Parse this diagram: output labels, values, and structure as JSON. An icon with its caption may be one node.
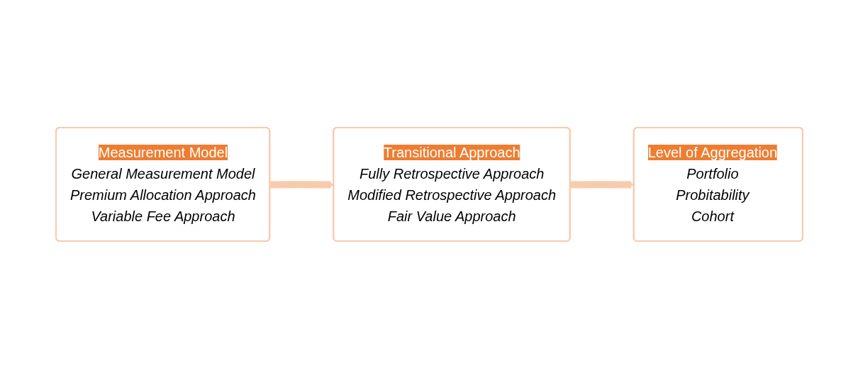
{
  "diagram": {
    "nodes": [
      {
        "text": [
          "Measurement Model",
          "General Measurement Model",
          "Premium Allocation Approach",
          "Variable Fee Approach"
        ]
      },
      {
        "text": [
          "Transitional Approach",
          "Fully Retrospective Approach",
          "Modified Retrospective Approach",
          "Fair Value Approach"
        ]
      },
      {
        "text": [
          "Level of Aggregation",
          "Portfolio",
          "Probitability",
          "Cohort"
        ]
      }
    ],
    "edges": [
      {
        "from": 0,
        "to": 1,
        "arrow": "to"
      },
      {
        "from": 1,
        "to": 2,
        "arrow": "to"
      }
    ]
  }
}
